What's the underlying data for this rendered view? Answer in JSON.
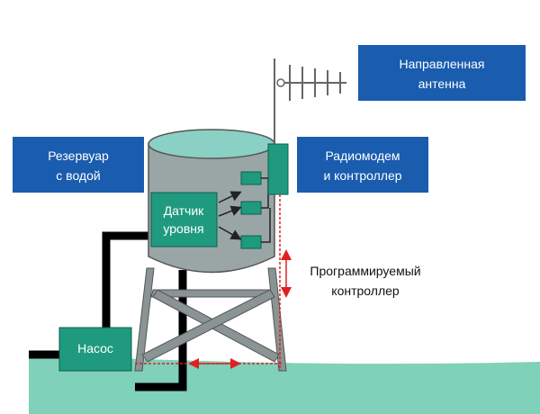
{
  "colors": {
    "label_box": "#1a5cae",
    "ground": "#7fd1b9",
    "tank_body": "#9aa6a6",
    "tank_top": "#8ad0c4",
    "sensor_box": "#1f9a7e",
    "pump_box": "#1f9a7e",
    "arrow": "#e02020"
  },
  "labels": {
    "antenna_line1": "Направленная",
    "antenna_line2": "антенна",
    "reservoir_line1": "Резервуар",
    "reservoir_line2": "с водой",
    "radiomodem_line1": "Радиомодем",
    "radiomodem_line2": "и контроллер",
    "sensor_line1": "Датчик",
    "sensor_line2": "уровня",
    "pump": "Насос",
    "controller_line1": "Программируемый",
    "controller_line2": "контроллер"
  }
}
